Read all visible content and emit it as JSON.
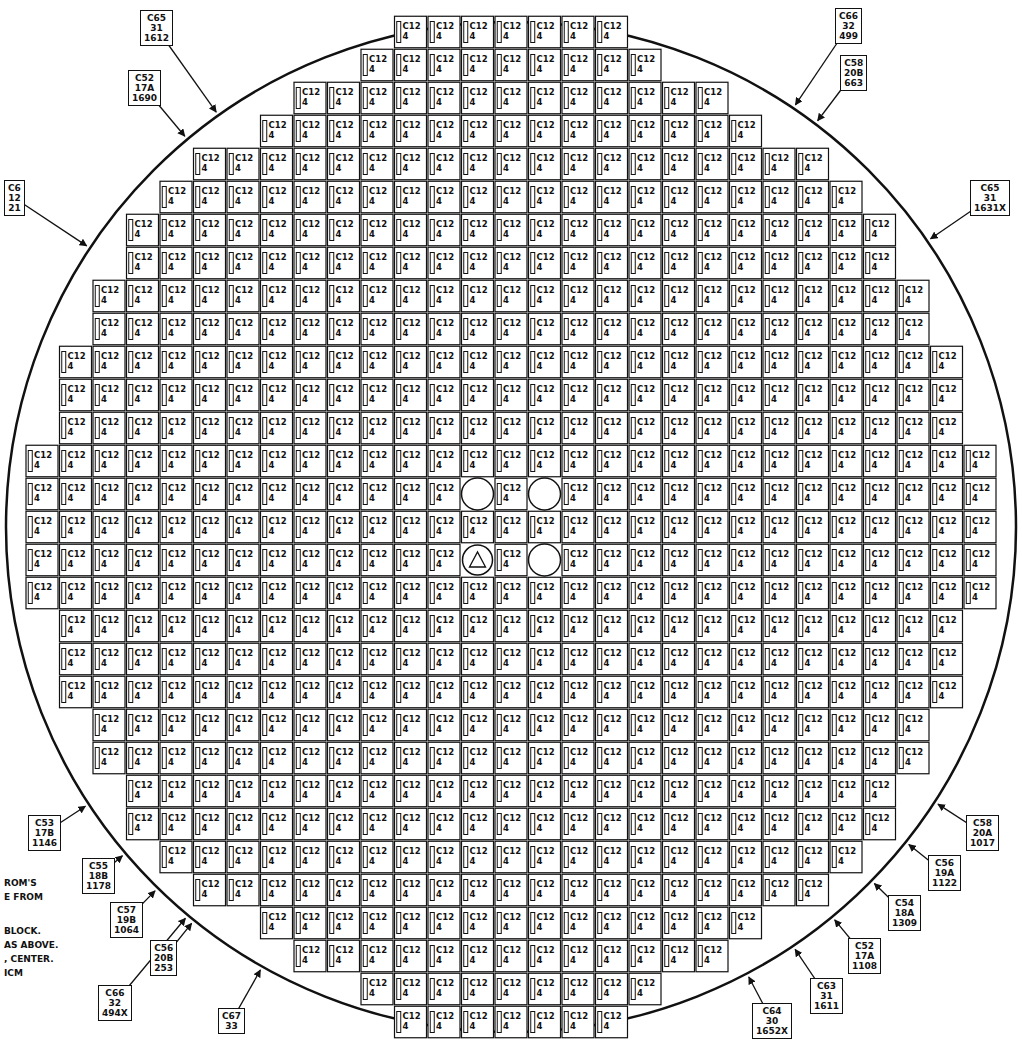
{
  "diagram": {
    "nodes": [
      {
        "text": [
          "C65 31 1612"
        ]
      },
      {
        "text": [
          "C66 32 499"
        ]
      },
      {
        "text": [
          "C52 17A 1690"
        ]
      },
      {
        "text": [
          "C58 20B 663"
        ]
      },
      {
        "text": [
          "C6 12 21"
        ]
      },
      {
        "text": [
          "C65 31 1631X"
        ]
      },
      {
        "text": [
          "C53 17B 1146"
        ]
      },
      {
        "text": [
          "C58 20A 1017"
        ]
      },
      {
        "text": [
          "C55 18B 1178"
        ]
      },
      {
        "text": [
          "C56 19A 1122"
        ]
      },
      {
        "text": [
          "C57 19B 1064"
        ]
      },
      {
        "text": [
          "C54 18A 1309"
        ]
      },
      {
        "text": [
          "C56 20B 253"
        ]
      },
      {
        "text": [
          "C52 17A 1108"
        ]
      },
      {
        "text": [
          "C66 32 494X"
        ]
      },
      {
        "text": [
          "C63 31 1611"
        ]
      },
      {
        "text": [
          "C67 33"
        ]
      },
      {
        "text": [
          "C64 30 1652X"
        ]
      }
    ],
    "labels": [
      "ROM'S",
      "E FROM",
      "BLOCK.",
      "AS ABOVE.",
      ", CENTER.",
      "ICM",
      "C12 4",
      "C12 4",
      "C12 4",
      "C12 4",
      "C12 4",
      "C12 4",
      "C12 4",
      "C12 4",
      "C12 4",
      "C12 4",
      "C12 4",
      "C12 4",
      "C12 4",
      "C12 4",
      "C12 4",
      "C12 4",
      "C12 4",
      "C12 4",
      "C12 4",
      "C12 4",
      "C12 4",
      "C12 4",
      "C12 4",
      "C12 4",
      "C12 4",
      "C12 4",
      "C12 4",
      "C12 4",
      "C12 4",
      "C12 4",
      "C12 4",
      "C12 4",
      "C12 4",
      "C12 4",
      "C12 4",
      "C12 4",
      "C12 4",
      "C12 4",
      "C12 4",
      "C12 4",
      "C12 4",
      "C12 4",
      "C12 4",
      "C12 4",
      "C12 4",
      "C12 4",
      "C12 4",
      "C12 4",
      "C12 4",
      "C12 4",
      "C12 4",
      "C12 4",
      "C12 4",
      "C12 4",
      "C12 4",
      "C12 4",
      "C12 4",
      "C12 4",
      "C12 4",
      "C12 4",
      "C12 4",
      "C12 4",
      "C12 4",
      "C12 4",
      "C12 4",
      "C12 4",
      "C12 4",
      "C12 4",
      "C12 4",
      "C12 4",
      "C12 4",
      "C12 4",
      "C12 4",
      "C12 4",
      "C12 4",
      "C12 4",
      "C12 4",
      "C12 4",
      "C12 4",
      "C12 4",
      "C12 4",
      "C12 4",
      "C12 4",
      "C12 4",
      "C12 4",
      "C12 4",
      "C12 4",
      "C12 4",
      "C12 4",
      "C12 4",
      "C12 4",
      "C12 4",
      "C12 4",
      "C12 4",
      "C12 4",
      "C12 4",
      "C12 4",
      "C12 4",
      "C12 4",
      "C12 4",
      "C12 4",
      "C12 4",
      "C12 4",
      "C12 4",
      "C12 4",
      "C12 4",
      "C12 4",
      "C12 4",
      "C12 4",
      "C12 4",
      "C12 4",
      "C12 4",
      "C12 4",
      "C12 4",
      "C12 4",
      "C12 4",
      "C12 4",
      "C12 4",
      "C12 4",
      "C12 4",
      "C12 4",
      "C12 4",
      "C12 4",
      "C12 4",
      "C12 4",
      "C12 4",
      "C12 4",
      "C12 4",
      "C12 4",
      "C12 4",
      "C12 4",
      "C12 4",
      "C12 4",
      "C12 4",
      "C12 4",
      "C12 4",
      "C12 4",
      "C12 4",
      "C12 4",
      "C12 4",
      "C12 4",
      "C12 4",
      "C12 4",
      "C12 4",
      "C12 4",
      "C12 4",
      "C12 4",
      "C12 4",
      "C12 4",
      "C12 4",
      "C12 4",
      "C12 4",
      "C12 4",
      "C12 4",
      "C12 4",
      "C12 4",
      "C12 4",
      "C12 4",
      "C12 4",
      "C12 4",
      "C12 4",
      "C12 4",
      "C12 4",
      "C12 4",
      "C12 4",
      "C12 4",
      "C12 4",
      "C12 4",
      "C12 4",
      "C12 4",
      "C12 4",
      "C12 4",
      "C12 4",
      "C12 4",
      "C12 4",
      "C12 4",
      "C12 4",
      "C12 4",
      "C12 4",
      "C12 4",
      "C12 4",
      "C12 4",
      "C12 4",
      "C12 4",
      "C12 4",
      "C12 4",
      "C12 4",
      "C12 4",
      "C12 4",
      "C12 4",
      "C12 4",
      "C12 4",
      "C12 4",
      "C12 4",
      "C12 4",
      "C12 4",
      "C12 4",
      "C12 4",
      "C12 4",
      "C12 4",
      "C12 4",
      "C12 4",
      "C12 4",
      "C12 4",
      "C12 4",
      "C12 4",
      "C12 4",
      "C12 4",
      "C12 4",
      "C12 4",
      "C12 4",
      "C12 4",
      "C12 4",
      "C12 4",
      "C12 4",
      "C12 4",
      "C12 4",
      "C12 4",
      "C12 4",
      "C12 4",
      "C12 4",
      "C12 4",
      "C12 4",
      "C12 4",
      "C12 4",
      "C12 4",
      "C12 4",
      "C12 4",
      "C12 4",
      "C12 4",
      "C12 4",
      "C12 4",
      "C12 4",
      "C12 4",
      "C12 4",
      "C12 4",
      "C12 4",
      "C12 4",
      "C12 4",
      "C12 4",
      "C12 4",
      "C12 4",
      "C12 4",
      "C12 4",
      "C12 4",
      "C12 4",
      "C12 4",
      "C12 4",
      "C12 4",
      "C12 4",
      "C12 4",
      "C12 4",
      "C12 4",
      "C12 4",
      "C12 4",
      "C12 4",
      "C12 4",
      "C12 4",
      "C12 4",
      "C12 4",
      "C12 4",
      "C12 4",
      "C12 4",
      "C12 4",
      "C12 4",
      "C12 4",
      "C12 4",
      "C12 4",
      "C12 4",
      "C12 4",
      "C12 4",
      "C12 4",
      "C12 4",
      "C12 4",
      "C12 4",
      "C12 4",
      "C12 4",
      "C12 4",
      "C12 4",
      "C12 4",
      "C12 4",
      "C12 4",
      "C12 4",
      "C12 4",
      "C12 4",
      "C12 4",
      "C12 4",
      "C12 4",
      "C12 4",
      "C12 4",
      "C12 4",
      "C12 4",
      "C12 4",
      "C12 4",
      "C12 4",
      "C12 4",
      "C12 4",
      "C12 4",
      "C12 4",
      "C12 4",
      "C12 4",
      "C12 4",
      "C12 4",
      "C12 4",
      "C12 4",
      "C12 4",
      "C12 4",
      "C12 4",
      "C12 4",
      "C12 4",
      "C12 4",
      "C12 4",
      "C12 4",
      "C12 4",
      "C12 4",
      "C12 4",
      "C12 4",
      "C12 4",
      "C12 4",
      "C12 4",
      "C12 4",
      "C12 4",
      "C12 4",
      "C12 4",
      "C12 4",
      "C12 4",
      "C12 4",
      "C12 4",
      "C12 4",
      "C12 4",
      "C12 4",
      "C12 4",
      "C12 4",
      "C12 4",
      "C12 4",
      "C12 4",
      "C12 4",
      "C12 4",
      "C12 4",
      "C12 4",
      "C12 4",
      "C12 4",
      "C12 4",
      "C12 4",
      "C12 4",
      "C12 4",
      "C12 4",
      "C12 4",
      "C12 4",
      "C12 4",
      "C12 4",
      "C12 4",
      "C12 4",
      "C12 4",
      "C12 4",
      "C12 4",
      "C12 4",
      "C12 4",
      "C12 4",
      "C12 4",
      "C12 4",
      "C12 4",
      "C12 4",
      "C12 4",
      "C12 4",
      "C12 4",
      "C12 4",
      "C12 4",
      "C12 4",
      "C12 4",
      "C12 4",
      "C12 4",
      "C12 4",
      "C12 4",
      "C12 4",
      "C12 4",
      "C12 4",
      "C12 4",
      "C12 4",
      "C12 4",
      "C12 4",
      "C12 4",
      "C12 4",
      "C12 4",
      "C12 4",
      "C12 4",
      "C12 4",
      "C12 4",
      "C12 4",
      "C12 4",
      "C12 4",
      "C12 4",
      "C12 4",
      "C12 4",
      "C12 4",
      "C12 4",
      "C12 4",
      "C12 4",
      "C12 4",
      "C12 4",
      "C12 4",
      "C12 4",
      "C12 4",
      "C12 4",
      "C12 4",
      "C12 4",
      "C12 4",
      "C12 4",
      "C12 4",
      "C12 4",
      "C12 4",
      "C12 4",
      "C12 4",
      "C12 4",
      "C12 4",
      "C12 4",
      "C12 4",
      "C12 4",
      "C12 4",
      "C12 4",
      "C12 4",
      "C12 4",
      "C12 4",
      "C12 4",
      "C12 4",
      "C12 4",
      "C12 4",
      "C12 4",
      "C12 4",
      "C12 4",
      "C12 4",
      "C12 4",
      "C12 4",
      "C12 4",
      "C12 4",
      "C12 4",
      "C12 4",
      "C12 4",
      "C12 4",
      "C12 4",
      "C12 4",
      "C12 4",
      "C12 4",
      "C12 4",
      "C12 4",
      "C12 4",
      "C12 4",
      "C12 4",
      "C12 4",
      "C12 4",
      "C12 4",
      "C12 4",
      "C12 4",
      "C12 4",
      "C12 4",
      "C12 4",
      "C12 4",
      "C12 4",
      "C12 4",
      "C12 4",
      "C12 4",
      "C12 4",
      "C12 4",
      "C12 4",
      "C12 4",
      "C12 4",
      "C12 4",
      "C12 4",
      "C12 4",
      "C12 4",
      "C12 4",
      "C12 4",
      "C12 4",
      "C12 4",
      "C12 4",
      "C12 4",
      "C12 4",
      "C12 4",
      "C12 4",
      "C12 4",
      "C12 4",
      "C12 4",
      "C12 4",
      "C12 4",
      "C12 4",
      "C12 4",
      "C12 4",
      "C12 4",
      "C12 4",
      "C12 4",
      "C12 4",
      "C12 4",
      "C12 4",
      "C12 4",
      "C12 4",
      "C12 4",
      "C12 4",
      "C12 4",
      "C12 4",
      "C12 4",
      "C12 4",
      "C12 4",
      "C12 4",
      "C12 4",
      "C12 4",
      "C12 4",
      "C12 4",
      "C12 4",
      "C12 4",
      "C12 4",
      "C12 4",
      "C12 4",
      "C12 4",
      "C12 4",
      "C12 4",
      "C12 4",
      "C12 4",
      "C12 4",
      "C12 4",
      "C12 4",
      "C12 4",
      "C12 4",
      "C12 4",
      "C12 4",
      "C12 4",
      "C12 4",
      "C12 4",
      "C12 4",
      "C12 4",
      "C12 4",
      "C12 4",
      "C12 4",
      "C12 4",
      "C12 4",
      "C12 4",
      "C12 4",
      "C12 4",
      "C12 4",
      "C12 4",
      "C12 4",
      "C12 4",
      "C12 4",
      "C12 4",
      "C12 4",
      "C12 4",
      "C12 4",
      "C12 4",
      "C12 4",
      "C12 4",
      "C12 4",
      "C12 4",
      "C12 4",
      "C12 4",
      "C12 4",
      "C12 4",
      "C12 4",
      "C12 4",
      "C12 4",
      "C12 4",
      "C12 4",
      "C12 4",
      "C12 4",
      "C12 4",
      "C12 4",
      "C12 4",
      "C12 4",
      "C12 4",
      "C12 4",
      "C12 4",
      "C12 4",
      "C12 4",
      "C12 4",
      "C12 4",
      "C12 4",
      "C12 4",
      "C12 4",
      "C12 4",
      "C12 4",
      "C12 4",
      "C12 4",
      "C12 4",
      "C12 4",
      "C12 4",
      "C12 4",
      "C12 4",
      "C12 4",
      "C12 4",
      "C12 4",
      "C12 4",
      "C12 4",
      "C12 4",
      "C12 4",
      "C12 4",
      "C12 4",
      "C12 4",
      "C12 4",
      "C12 4",
      "C12 4",
      "C12 4",
      "C12 4",
      "C12 4",
      "C12 4",
      "C12 4",
      "C12 4",
      "C12 4",
      "C12 4",
      "C12 4",
      "C12 4",
      "C12 4",
      "C12 4",
      "C12 4",
      "C12 4",
      "C12 4",
      "C12 4",
      "C12 4",
      "C12 4",
      "C12 4",
      "C12 4",
      "C12 4",
      "C12 4",
      "C12 4",
      "C12 4",
      "C12 4",
      "C12 4",
      "C12 4",
      "C12 4",
      "C12 4",
      "C12 4",
      "C12 4",
      "C12 4",
      "C12 4",
      "C12 4",
      "C12 4",
      "C12 4",
      "C12 4",
      "C12 4",
      "C12 4",
      "C12 4",
      "C12 4",
      "C12 4",
      "C12 4",
      "C12 4",
      "C12 4",
      "C12 4",
      "C12 4",
      "C12 4",
      "C12 4",
      "C12 4",
      "C12 4",
      "C12 4",
      "C12 4",
      "C12 4",
      "C12 4",
      "C12 4",
      "C12 4",
      "C12 4",
      "C12 4",
      "C12 4",
      "C12 4",
      "C12 4",
      "C12 4",
      "C12 4",
      "C12 4"
    ]
  }
}
